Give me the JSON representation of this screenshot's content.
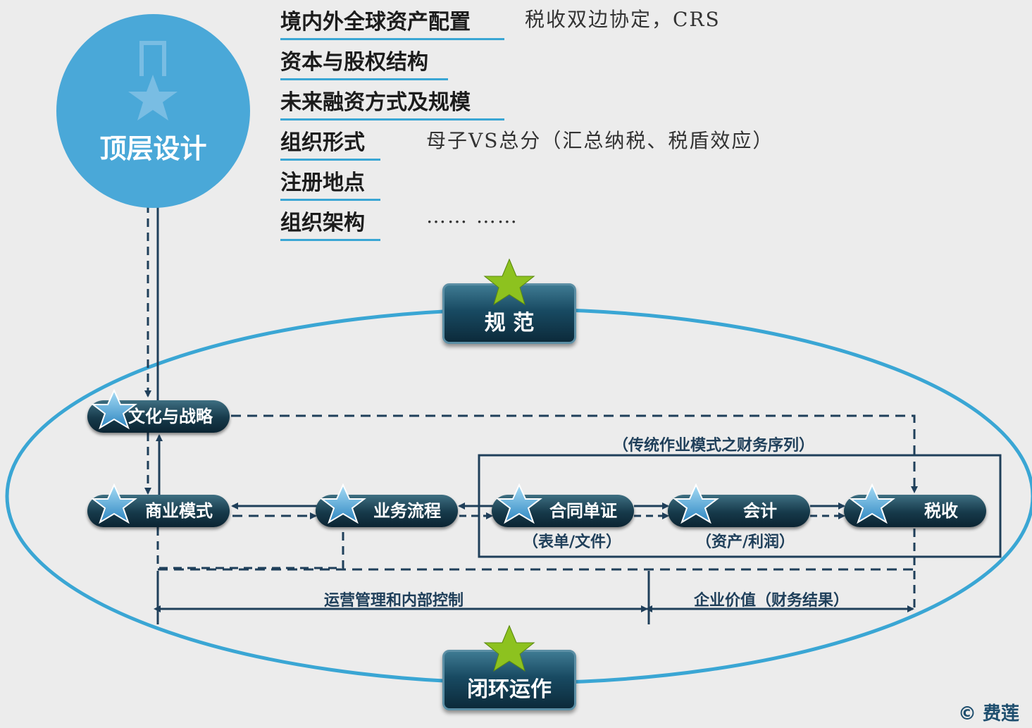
{
  "top_design": {
    "title": "顶层设计",
    "items": [
      {
        "label": "境内外全球资产配置",
        "note": "税收双边协定，CRS"
      },
      {
        "label": "资本与股权结构",
        "note": ""
      },
      {
        "label": "未来融资方式及规模",
        "note": ""
      },
      {
        "label": "组织形式",
        "note": "母子VS总分（汇总纳税、税盾效应）"
      },
      {
        "label": "注册地点",
        "note": ""
      },
      {
        "label": "组织架构",
        "note": "……  ……"
      }
    ]
  },
  "badges": {
    "top": "规 范",
    "bottom": "闭环运作"
  },
  "nodes": {
    "culture": "文化与战略",
    "business_model": "商业模式",
    "process": "业务流程",
    "contract": "合同单证",
    "accounting": "会计",
    "tax": "税收"
  },
  "sublabels": {
    "contract": "（表单/文件）",
    "accounting": "（资产/利润）"
  },
  "box_title": "（传统作业模式之财务序列）",
  "bottom_spans": {
    "left": "运营管理和内部控制",
    "right": "企业价值（财务结果）"
  },
  "watermark": "© 费莲",
  "colors": {
    "accent_blue": "#3aa6d4",
    "circle_blue": "#4aa8d8",
    "node_dark": "#16394a",
    "star_green": "#8dc21f",
    "arrow": "#1f3f5a"
  }
}
